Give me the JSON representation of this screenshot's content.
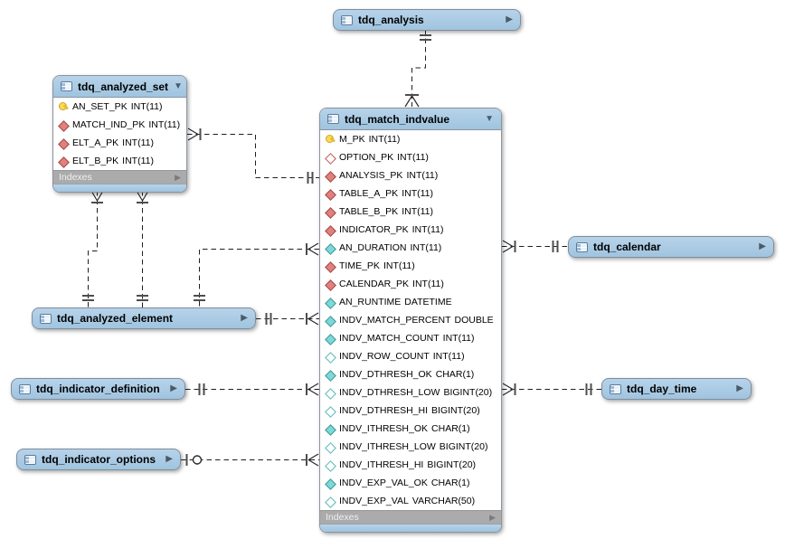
{
  "icons": {
    "expand": "▶",
    "collapse": "▼"
  },
  "colors": {
    "table_header_blue": "#A9C9E3",
    "indexes_bar_gray": "#ABABAB",
    "primary_key_icon": "#FFDC4E",
    "foreign_key_icon": "#E2807E",
    "attribute_icon": "#7FD8D8"
  },
  "tables": {
    "tdq_analysis": {
      "name": "tdq_analysis"
    },
    "tdq_analyzed_set": {
      "name": "tdq_analyzed_set",
      "indexes_label": "Indexes",
      "fields": [
        {
          "icon": "key",
          "name": "AN_SET_PK",
          "type": "INT(11)"
        },
        {
          "icon": "red-filled",
          "name": "MATCH_IND_PK",
          "type": "INT(11)"
        },
        {
          "icon": "red-filled",
          "name": "ELT_A_PK",
          "type": "INT(11)"
        },
        {
          "icon": "red-filled",
          "name": "ELT_B_PK",
          "type": "INT(11)"
        }
      ]
    },
    "tdq_match_indvalue": {
      "name": "tdq_match_indvalue",
      "indexes_label": "Indexes",
      "fields": [
        {
          "icon": "key",
          "name": "M_PK",
          "type": "INT(11)"
        },
        {
          "icon": "red-outline",
          "name": "OPTION_PK",
          "type": "INT(11)"
        },
        {
          "icon": "red-filled",
          "name": "ANALYSIS_PK",
          "type": "INT(11)"
        },
        {
          "icon": "red-filled",
          "name": "TABLE_A_PK",
          "type": "INT(11)"
        },
        {
          "icon": "red-filled",
          "name": "TABLE_B_PK",
          "type": "INT(11)"
        },
        {
          "icon": "red-filled",
          "name": "INDICATOR_PK",
          "type": "INT(11)"
        },
        {
          "icon": "cyan-filled",
          "name": "AN_DURATION",
          "type": "INT(11)"
        },
        {
          "icon": "red-filled",
          "name": "TIME_PK",
          "type": "INT(11)"
        },
        {
          "icon": "red-filled",
          "name": "CALENDAR_PK",
          "type": "INT(11)"
        },
        {
          "icon": "cyan-filled",
          "name": "AN_RUNTIME",
          "type": "DATETIME"
        },
        {
          "icon": "cyan-filled",
          "name": "INDV_MATCH_PERCENT",
          "type": "DOUBLE"
        },
        {
          "icon": "cyan-filled",
          "name": "INDV_MATCH_COUNT",
          "type": "INT(11)"
        },
        {
          "icon": "cyan-outline",
          "name": "INDV_ROW_COUNT",
          "type": "INT(11)"
        },
        {
          "icon": "cyan-filled",
          "name": "INDV_DTHRESH_OK",
          "type": "CHAR(1)"
        },
        {
          "icon": "cyan-outline",
          "name": "INDV_DTHRESH_LOW",
          "type": "BIGINT(20)"
        },
        {
          "icon": "cyan-outline",
          "name": "INDV_DTHRESH_HI",
          "type": "BIGINT(20)"
        },
        {
          "icon": "cyan-filled",
          "name": "INDV_ITHRESH_OK",
          "type": "CHAR(1)"
        },
        {
          "icon": "cyan-outline",
          "name": "INDV_ITHRESH_LOW",
          "type": "BIGINT(20)"
        },
        {
          "icon": "cyan-outline",
          "name": "INDV_ITHRESH_HI",
          "type": "BIGINT(20)"
        },
        {
          "icon": "cyan-filled",
          "name": "INDV_EXP_VAL_OK",
          "type": "CHAR(1)"
        },
        {
          "icon": "cyan-outline",
          "name": "INDV_EXP_VAL",
          "type": "VARCHAR(50)"
        }
      ]
    },
    "tdq_analyzed_element": {
      "name": "tdq_analyzed_element"
    },
    "tdq_indicator_definition": {
      "name": "tdq_indicator_definition"
    },
    "tdq_indicator_options": {
      "name": "tdq_indicator_options"
    },
    "tdq_calendar": {
      "name": "tdq_calendar"
    },
    "tdq_day_time": {
      "name": "tdq_day_time"
    }
  },
  "relationships": [
    {
      "from": "tdq_analysis",
      "to": "tdq_match_indvalue",
      "from_card": "one-mandatory",
      "to_card": "many-mandatory"
    },
    {
      "from": "tdq_match_indvalue",
      "to": "tdq_analyzed_set",
      "from_card": "one-mandatory",
      "to_card": "many-mandatory"
    },
    {
      "from": "tdq_analyzed_element",
      "to": "tdq_analyzed_set",
      "from_card": "one-mandatory",
      "to_card": "many-mandatory"
    },
    {
      "from": "tdq_analyzed_element",
      "to": "tdq_analyzed_set",
      "from_card": "one-mandatory",
      "to_card": "many-mandatory"
    },
    {
      "from": "tdq_analyzed_element",
      "to": "tdq_match_indvalue",
      "from_card": "one-mandatory",
      "to_card": "many-mandatory"
    },
    {
      "from": "tdq_analyzed_element",
      "to": "tdq_match_indvalue",
      "from_card": "one-mandatory",
      "to_card": "many-mandatory"
    },
    {
      "from": "tdq_calendar",
      "to": "tdq_match_indvalue",
      "from_card": "one-mandatory",
      "to_card": "many-mandatory"
    },
    {
      "from": "tdq_indicator_definition",
      "to": "tdq_match_indvalue",
      "from_card": "one-mandatory",
      "to_card": "many-mandatory"
    },
    {
      "from": "tdq_day_time",
      "to": "tdq_match_indvalue",
      "from_card": "one-mandatory",
      "to_card": "many-mandatory"
    },
    {
      "from": "tdq_indicator_options",
      "to": "tdq_match_indvalue",
      "from_card": "zero-or-one",
      "to_card": "many-mandatory"
    }
  ]
}
